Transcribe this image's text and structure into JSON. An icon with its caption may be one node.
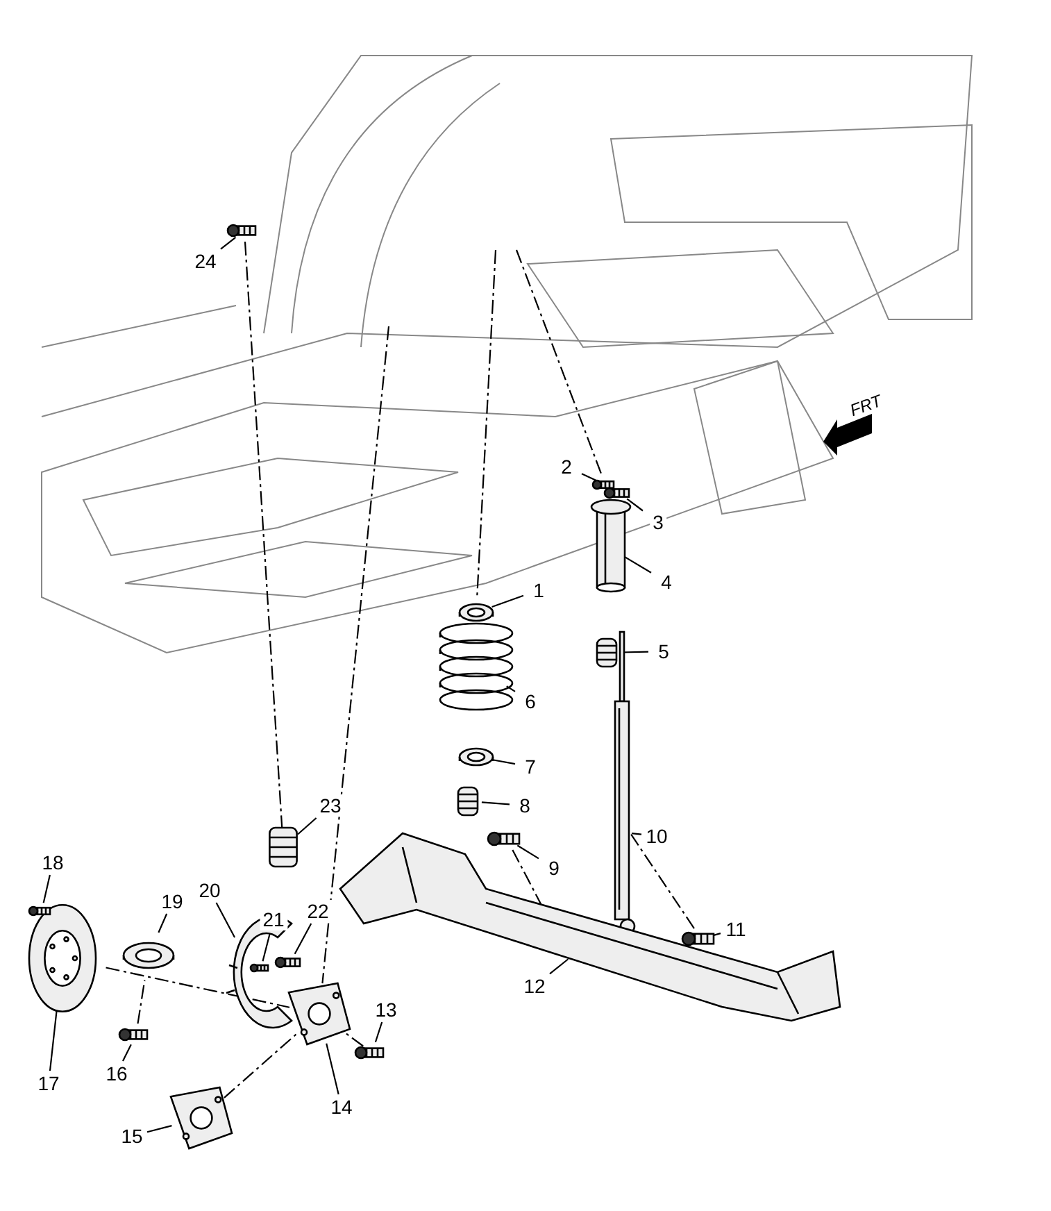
{
  "diagram": {
    "nodes": [
      {
        "text": [
          "1"
        ]
      },
      {
        "text": [
          "2"
        ]
      },
      {
        "text": [
          "3"
        ]
      },
      {
        "text": [
          "4"
        ]
      },
      {
        "text": [
          "5"
        ]
      },
      {
        "text": [
          "6"
        ]
      },
      {
        "text": [
          "7"
        ]
      },
      {
        "text": [
          "8"
        ]
      },
      {
        "text": [
          "9"
        ]
      },
      {
        "text": [
          "10"
        ]
      },
      {
        "text": [
          "11"
        ]
      },
      {
        "text": [
          "12"
        ]
      },
      {
        "text": [
          "13"
        ]
      },
      {
        "text": [
          "14"
        ]
      },
      {
        "text": [
          "15"
        ]
      },
      {
        "text": [
          "16"
        ]
      },
      {
        "text": [
          "17"
        ]
      },
      {
        "text": [
          "18"
        ]
      },
      {
        "text": [
          "19"
        ]
      },
      {
        "text": [
          "20"
        ]
      },
      {
        "text": [
          "21"
        ]
      },
      {
        "text": [
          "22"
        ]
      },
      {
        "text": [
          "23"
        ]
      },
      {
        "text": [
          "24"
        ]
      },
      {
        "text": [],
        "shape": "picture"
      },
      {
        "text": [],
        "shape": "picture"
      },
      {
        "text": [],
        "shape": "picture"
      },
      {
        "text": [],
        "shape": "picture"
      },
      {
        "text": [],
        "shape": "picture"
      },
      {
        "text": [],
        "shape": "picture"
      },
      {
        "text": [],
        "shape": "picture"
      },
      {
        "text": [],
        "shape": "picture"
      },
      {
        "text": [],
        "shape": "picture"
      },
      {
        "text": [],
        "shape": "picture"
      },
      {
        "text": [],
        "shape": "picture"
      },
      {
        "text": [],
        "shape": "picture"
      },
      {
        "text": [],
        "shape": "picture"
      },
      {
        "text": [],
        "shape": "picture"
      },
      {
        "text": [],
        "shape": "picture"
      },
      {
        "text": [],
        "shape": "picture"
      },
      {
        "text": [],
        "shape": "picture"
      },
      {
        "text": [],
        "shape": "picture"
      },
      {
        "text": [],
        "shape": "picture"
      },
      {
        "text": [],
        "shape": "picture"
      },
      {
        "text": [],
        "shape": "picture"
      },
      {
        "text": [],
        "shape": "picture"
      },
      {
        "text": [],
        "shape": "picture"
      },
      {
        "text": [],
        "shape": "picture"
      }
    ],
    "edges": [
      {
        "from": 0,
        "to": 24,
        "arrow": "none"
      },
      {
        "from": 1,
        "to": 25,
        "arrow": "none"
      },
      {
        "from": 2,
        "to": 26,
        "arrow": "none"
      },
      {
        "from": 3,
        "to": 27,
        "arrow": "none"
      },
      {
        "from": 4,
        "to": 28,
        "arrow": "none"
      },
      {
        "from": 5,
        "to": 29,
        "arrow": "none"
      },
      {
        "from": 6,
        "to": 30,
        "arrow": "none"
      },
      {
        "from": 7,
        "to": 31,
        "arrow": "none"
      },
      {
        "from": 8,
        "to": 32,
        "arrow": "none"
      },
      {
        "from": 9,
        "to": 33,
        "arrow": "none"
      },
      {
        "from": 10,
        "to": 34,
        "arrow": "none"
      },
      {
        "from": 11,
        "to": 35,
        "arrow": "none"
      },
      {
        "from": 12,
        "to": 36,
        "arrow": "none"
      },
      {
        "from": 13,
        "to": 37,
        "arrow": "none"
      },
      {
        "from": 14,
        "to": 38,
        "arrow": "none"
      },
      {
        "from": 15,
        "to": 39,
        "arrow": "none"
      },
      {
        "from": 16,
        "to": 40,
        "arrow": "none"
      },
      {
        "from": 17,
        "to": 41,
        "arrow": "none"
      },
      {
        "from": 18,
        "to": 42,
        "arrow": "none"
      },
      {
        "from": 19,
        "to": 43,
        "arrow": "none"
      },
      {
        "from": 20,
        "to": 44,
        "arrow": "none"
      },
      {
        "from": 21,
        "to": 45,
        "arrow": "none"
      },
      {
        "from": 22,
        "to": 46,
        "arrow": "none"
      },
      {
        "from": 23,
        "to": 47,
        "arrow": "none"
      },
      {
        "from": 47,
        "to": 46,
        "arrow": "none",
        "style": "dashed"
      },
      {
        "from": null,
        "to": 24,
        "arrow": "none",
        "style": "dashed"
      },
      {
        "from": null,
        "to": 25,
        "arrow": "none",
        "style": "dashed"
      },
      {
        "from": null,
        "to": 37,
        "arrow": "none",
        "style": "dashed"
      },
      {
        "from": 40,
        "to": 37,
        "arrow": "none",
        "style": "dashed"
      },
      {
        "from": 32,
        "to": 35,
        "arrow": "none",
        "style": "dashed"
      },
      {
        "from": 34,
        "to": 33,
        "arrow": "none",
        "style": "dashed"
      },
      {
        "from": 36,
        "to": 37,
        "arrow": "none",
        "style": "dashed"
      },
      {
        "from": 38,
        "to": 37,
        "arrow": "none",
        "style": "dashed"
      },
      {
        "from": 39,
        "to": 42,
        "arrow": "none",
        "style": "dashed"
      }
    ],
    "labels": [
      "FRT"
    ]
  }
}
